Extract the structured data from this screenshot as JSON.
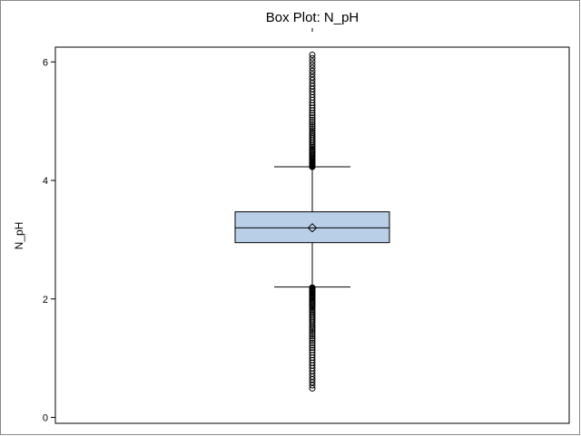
{
  "chart_data": {
    "type": "box",
    "title": "Box Plot: N_pH",
    "xlabel": "",
    "ylabel": "N_pH",
    "ylim": [
      -0.1,
      6.25
    ],
    "yticks": [
      0,
      2,
      4,
      6
    ],
    "grid": false,
    "series": [
      {
        "variable": "N_pH",
        "whisker_low": 2.2,
        "q1": 2.95,
        "median": 3.2,
        "mean": 3.2,
        "q3": 3.47,
        "whisker_high": 4.23,
        "outliers_high_range": [
          4.23,
          6.12
        ],
        "outliers_low_range": [
          0.49,
          2.19
        ]
      }
    ],
    "colors": {
      "box_fill": "#b9cfe7",
      "line": "#000000"
    }
  }
}
